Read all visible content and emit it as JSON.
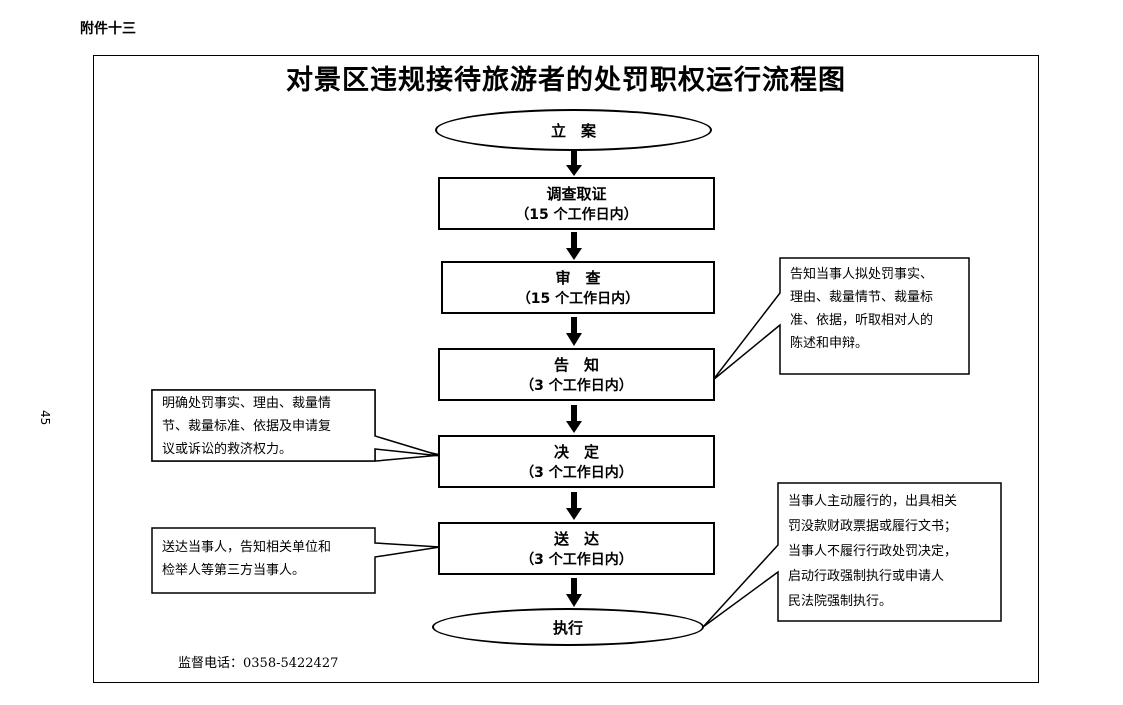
{
  "annex": "附件十三",
  "page_number": "45",
  "title": "对景区违规接待旅游者的处罚职权运行流程图",
  "steps": {
    "start": "立　案",
    "investigate": {
      "name": "调查取证",
      "period": "（15 个工作日内）"
    },
    "review": {
      "name": "审　查",
      "period": "（15 个工作日内）"
    },
    "notify": {
      "name": "告　知",
      "period": "（3 个工作日内）"
    },
    "decide": {
      "name": "决　定",
      "period": "（3 个工作日内）"
    },
    "deliver": {
      "name": "送　达",
      "period": "（3 个工作日内）"
    },
    "execute": "执行"
  },
  "notes": {
    "notify": [
      "告知当事人拟处罚事实、",
      "理由、裁量情节、裁量标",
      "准、依据，听取相对人的",
      "陈述和申辩。"
    ],
    "decide": [
      "明确处罚事实、理由、裁量情",
      "节、裁量标准、依据及申请复",
      "议或诉讼的救济权力。"
    ],
    "deliver": [
      "送达当事人，告知相关单位和",
      "检举人等第三方当事人。"
    ],
    "execute": [
      "当事人主动履行的，出具相关",
      "罚没款财政票据或履行文书；",
      "当事人不履行行政处罚决定，",
      "启动行政强制执行或申请人",
      "民法院强制执行。"
    ]
  },
  "footer": "监督电话：0358-5422427"
}
